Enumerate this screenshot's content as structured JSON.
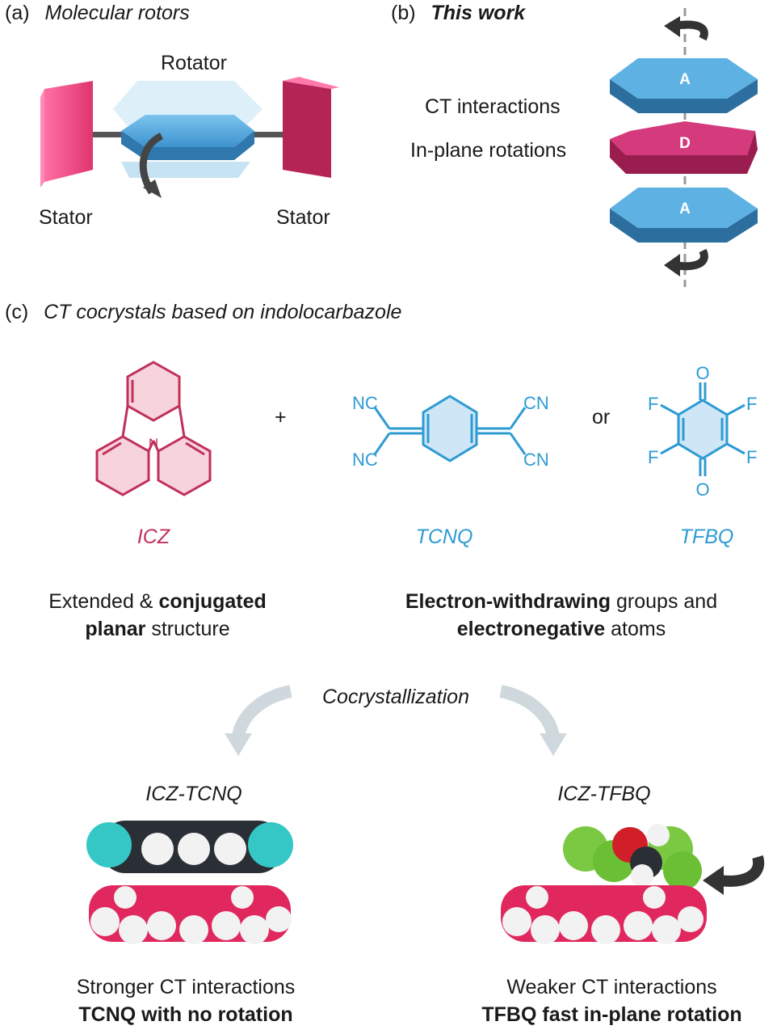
{
  "panel_a": {
    "letter": "(a)",
    "title": "Molecular rotors",
    "rotator": "Rotator",
    "stator_left": "Stator",
    "stator_right": "Stator"
  },
  "panel_b": {
    "letter": "(b)",
    "title": "This work",
    "ct": "CT interactions",
    "inplane": "In-plane rotations",
    "acceptor": "A",
    "donor": "D"
  },
  "panel_c": {
    "letter": "(c)",
    "title": "CT cocrystals based on indolocarbazole",
    "plus": "+",
    "or": "or",
    "n_atom": "N",
    "nc": "NC",
    "cn": "CN",
    "o": "O",
    "f": "F",
    "icz": "ICZ",
    "tcnq": "TCNQ",
    "tfbq": "TFBQ",
    "desc_left_1a": "Extended & ",
    "desc_left_1b": "conjugated",
    "desc_left_2a": "planar",
    "desc_left_2b": " structure",
    "desc_right_1a": "Electron-withdrawing",
    "desc_right_1b": " groups and",
    "desc_right_2a": "electronegative",
    "desc_right_2b": " atoms",
    "process": "Cocrystallization",
    "left_name": "ICZ-TCNQ",
    "right_name": "ICZ-TFBQ",
    "left_res_1": "Stronger CT interactions",
    "left_res_2": "TCNQ with no rotation",
    "right_res_1": "Weaker CT interactions",
    "right_res_2": "TFBQ fast in-plane rotation"
  },
  "colors": {
    "pink": "#c0305a",
    "blue": "#2e9bd3",
    "acceptor_blue": "#4aa3d8",
    "donor_magenta": "#c72a6e",
    "stator_pink": "#e8457e"
  }
}
